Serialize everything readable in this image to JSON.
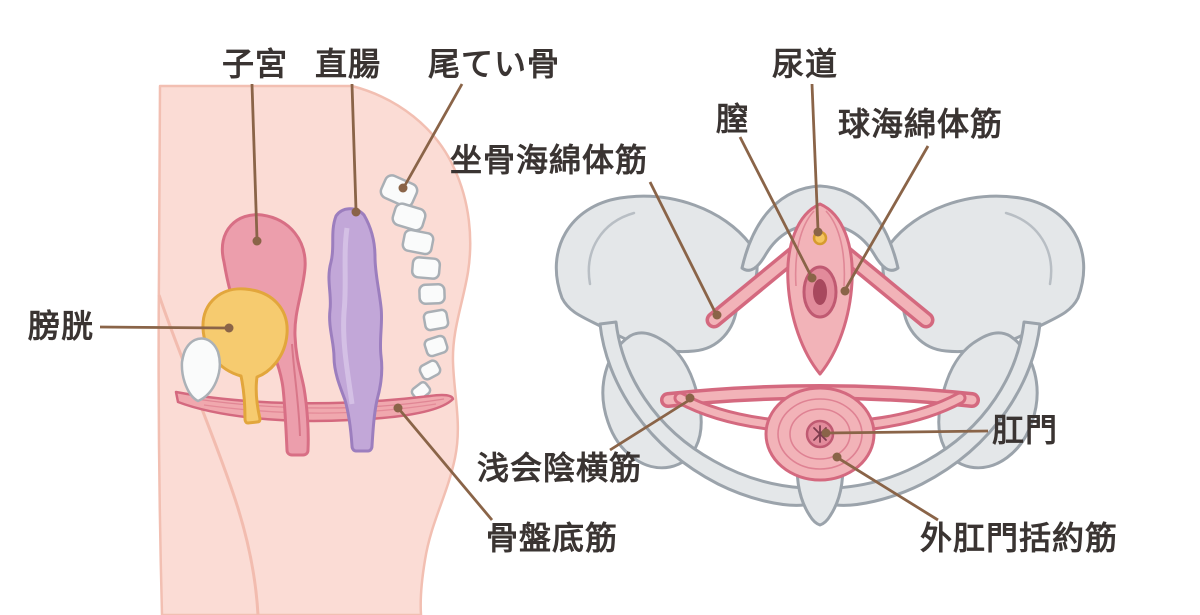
{
  "labels": {
    "uterus": "子宮",
    "rectum": "直腸",
    "tailbone": "尾てい骨",
    "bladder": "膀胱",
    "pelvic_floor_muscle": "骨盤底筋",
    "ischiocavernosus": "坐骨海綿体筋",
    "vagina": "膣",
    "urethra": "尿道",
    "bulbospongiosus": "球海綿体筋",
    "superficial_transverse_perineal": "浅会陰横筋",
    "anus": "肛門",
    "external_anal_sphincter": "外肛門括約筋"
  },
  "colors": {
    "label_text": "#3a3432",
    "leader_line": "#8a6448",
    "flesh": "#fbdcd5",
    "flesh_outline": "#f2bfb2",
    "bladder_fill": "#f6cb6f",
    "bladder_outline": "#e2a63c",
    "uterus_fill": "#ec9eac",
    "uterus_outline": "#d86f85",
    "rectum_fill": "#c2a7d8",
    "rectum_outline": "#9c7ebe",
    "muscle_fill": "#f2b3b8",
    "muscle_outline": "#d4697f",
    "bone_fill": "#e4e7e9",
    "bone_outline": "#9ba3ab",
    "white_bone_fill": "#fafbfb"
  }
}
